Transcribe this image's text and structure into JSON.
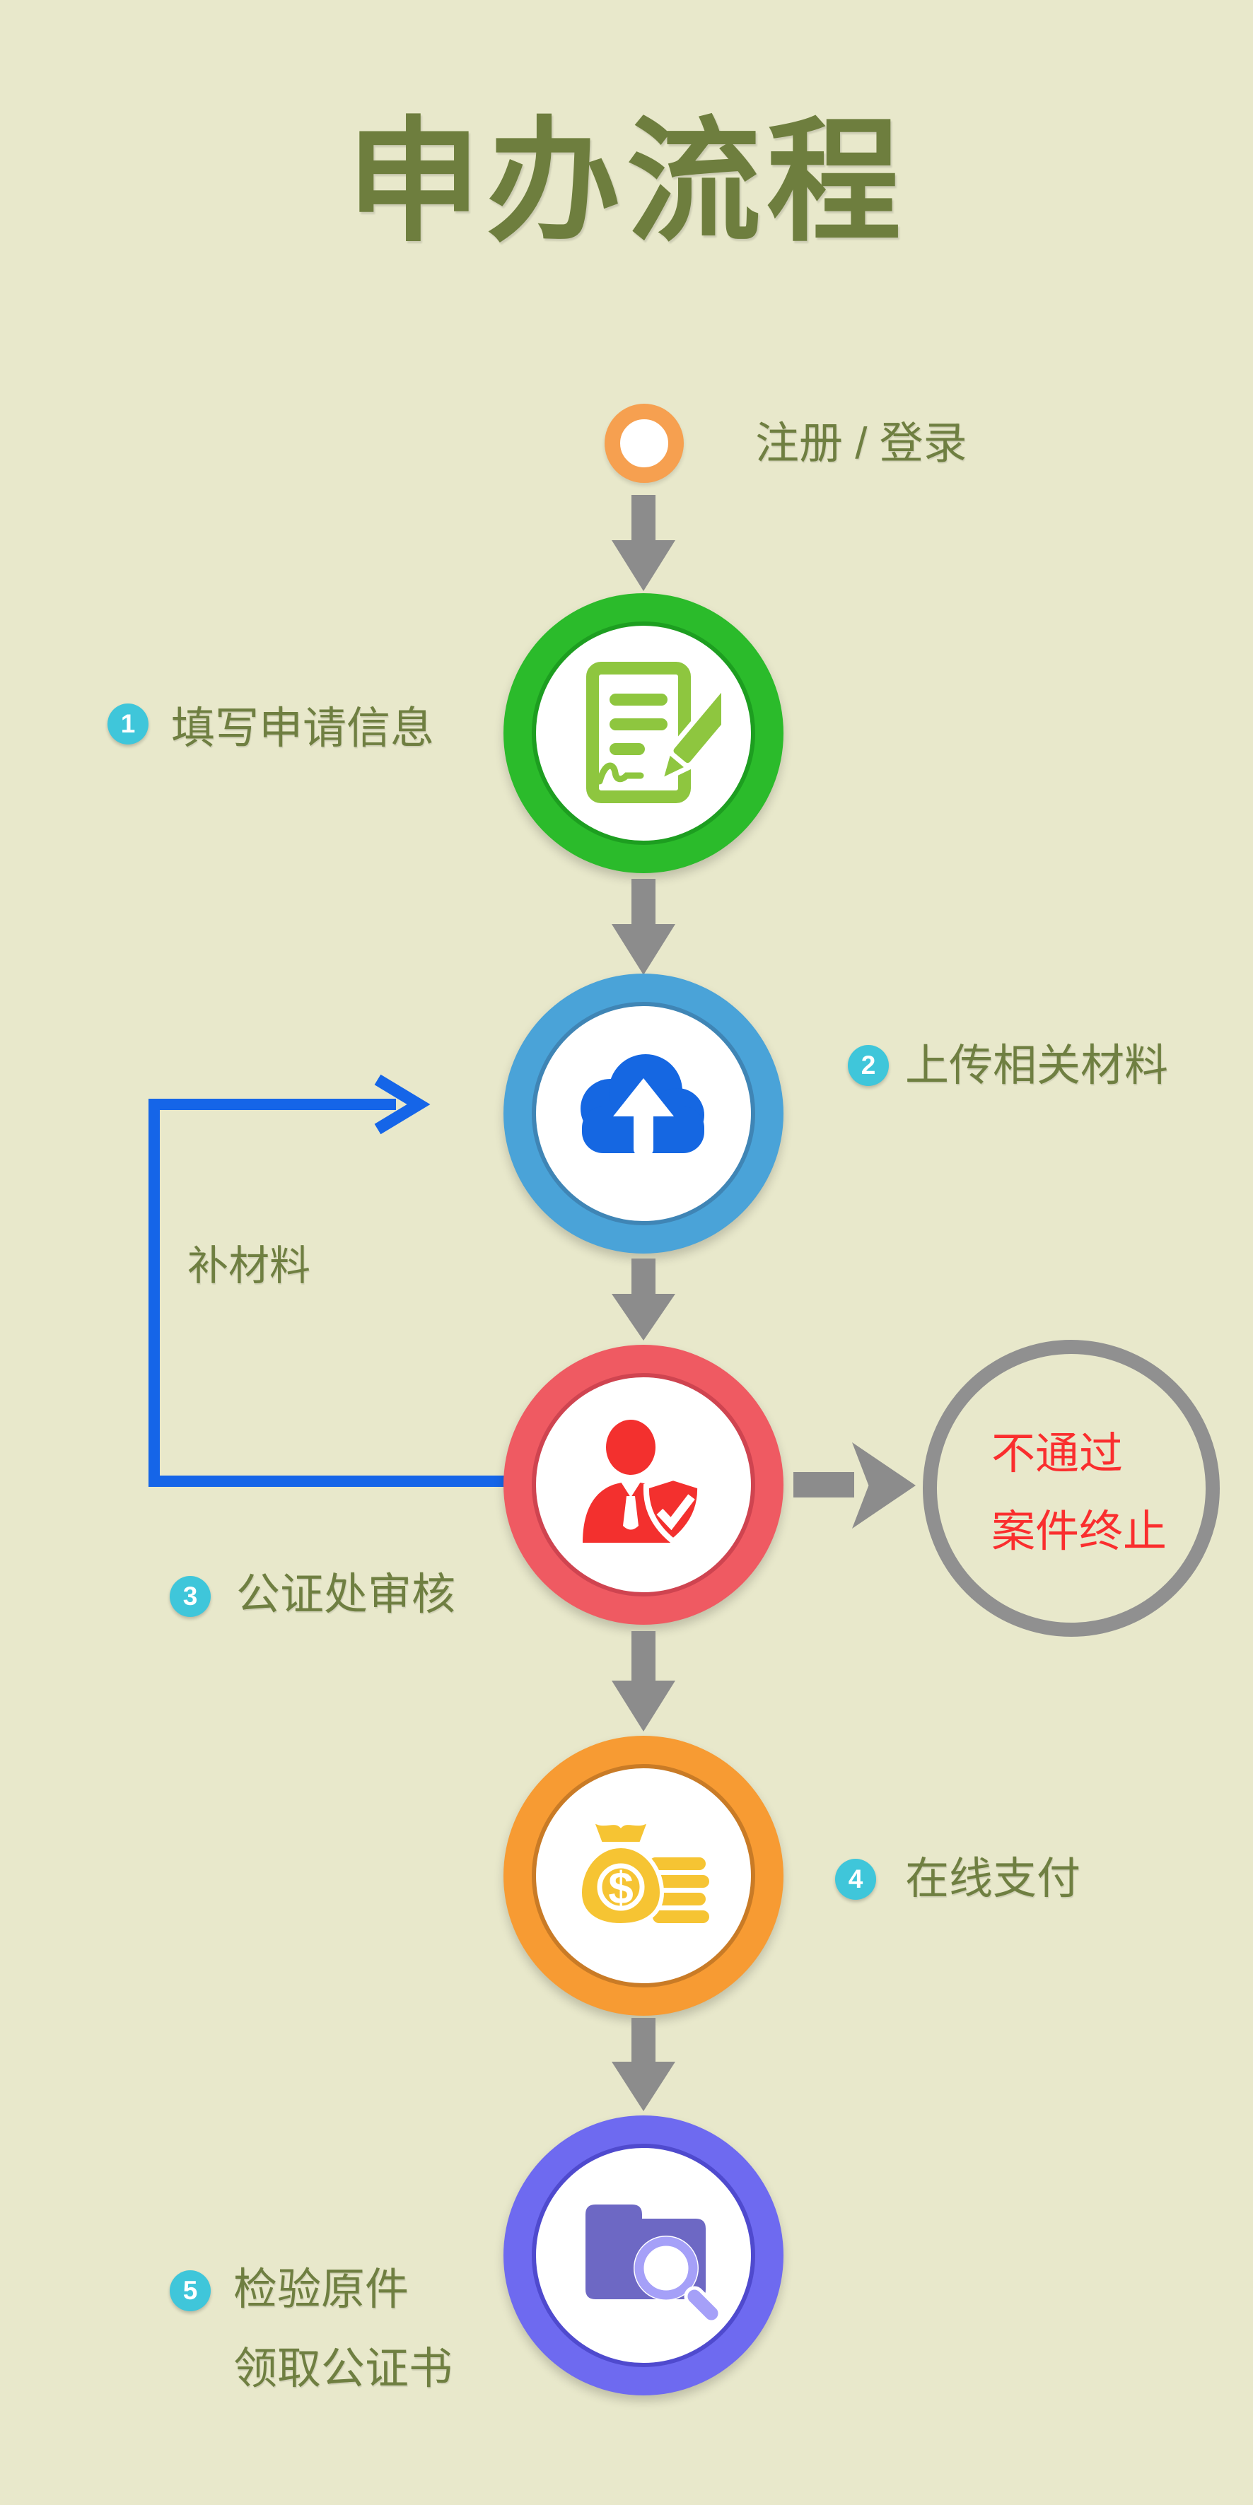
{
  "title": "申办流程",
  "start": {
    "label": "注册 / 登录",
    "icon": "register-ring-icon"
  },
  "steps": [
    {
      "number": "1",
      "label": "填写申请信息",
      "icon": "document-pen-icon",
      "ring_color": "#2bbb2b",
      "icon_color": "#8ec63f",
      "label_side": "left"
    },
    {
      "number": "2",
      "label": "上传相关材料",
      "icon": "cloud-upload-icon",
      "ring_color": "#4aa3d8",
      "icon_color": "#1567e2",
      "label_side": "right"
    },
    {
      "number": "3",
      "label": "公证处审核",
      "icon": "auditor-shield-icon",
      "ring_color": "#ef5a62",
      "icon_color": "#f3302e",
      "label_side": "left"
    },
    {
      "number": "4",
      "label": "在线支付",
      "icon": "money-bag-icon",
      "ring_color": "#f79b33",
      "icon_color": "#f6c433",
      "label_side": "right"
    },
    {
      "number": "5",
      "label": "检验原件",
      "label2": "领取公证书",
      "icon": "folder-search-icon",
      "ring_color": "#6e6af0",
      "icon_color": "#6d68c4",
      "label_side": "left"
    }
  ],
  "loop": {
    "label": "补材料"
  },
  "reject": {
    "line1": "不通过",
    "line2": "案件终止"
  },
  "colors": {
    "background": "#e8e8cb",
    "title_green": "#6e7e3e",
    "label_olive": "#6f7f41",
    "badge_turquoise": "#3fc6da",
    "arrow_gray": "#8c8c8c",
    "loop_blue": "#1565e8",
    "reject_red": "#fa2e2e",
    "reject_ring_gray": "#909090",
    "register_orange": "#f6a050",
    "step1_green": "#2bbb2b",
    "step2_blue": "#4aa3d8",
    "step3_red": "#ef5a62",
    "step4_orange": "#f79b33",
    "step5_purple": "#6e6af0"
  }
}
